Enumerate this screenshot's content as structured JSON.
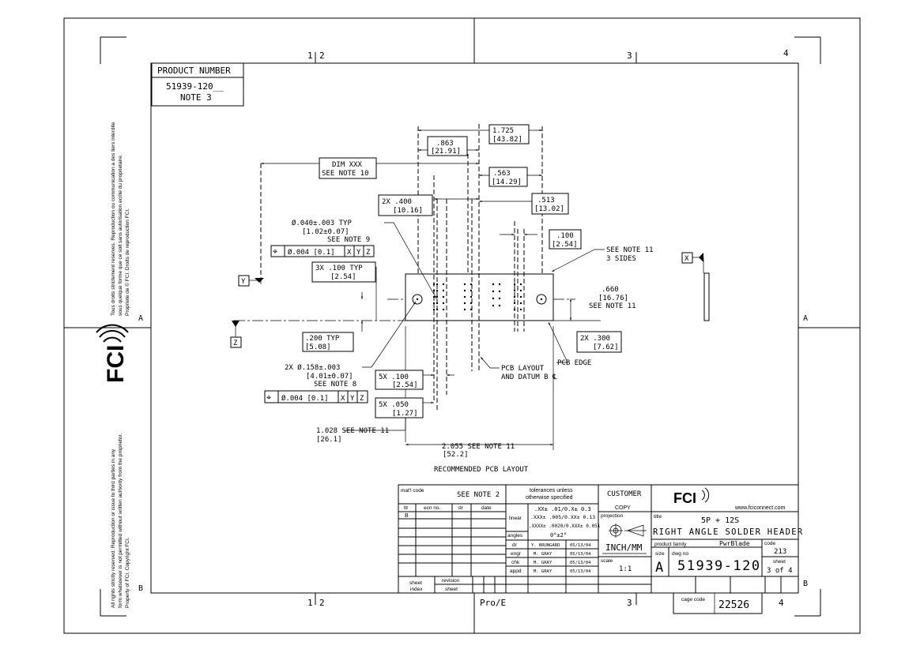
{
  "zones": {
    "top": [
      "1",
      "2",
      "3",
      "4"
    ],
    "bottom": [
      "1",
      "2",
      "3",
      "4"
    ],
    "side": [
      "A",
      "B"
    ]
  },
  "product_number": {
    "label": "PRODUCT NUMBER",
    "value": "51939-120__",
    "note": "NOTE 3"
  },
  "legal": {
    "upper_left": [
      "Tous droits strictement reserves. Reproduction ou communication a des tiers interdite",
      "sous quelque forme que ce soit sans autorisation ecrite du proprietaire.",
      "Propriete de © FCI.  Droits de reproduction FCI."
    ],
    "lower_left": [
      "All rights strictly reserved.  Reproduction or issue to third parties in any",
      "form whatsoever is not permitted without written authority from the proprietor.",
      "Property of FCI.  Copyright FCI."
    ]
  },
  "dims": {
    "d1725": {
      "inch": "1.725",
      "mm": "[43.82]"
    },
    "d863": {
      "inch": ".863",
      "mm": "[21.91]"
    },
    "d563": {
      "inch": ".563",
      "mm": "[14.29]"
    },
    "dimxxx": {
      "l1": "DIM XXX",
      "l2": "SEE NOTE 10"
    },
    "d400": {
      "inch": "2X .400",
      "mm": "[10.16]"
    },
    "d513": {
      "inch": ".513",
      "mm": "[13.02]"
    },
    "d100": {
      "inch": ".100",
      "mm": "[2.54]"
    },
    "hole_small": {
      "l1": "Ø.040±.003   TYP",
      "l2": "[1.02±0.07]",
      "l3": "SEE NOTE 9"
    },
    "fcf_small": {
      "sym": "⌖",
      "tol": "Ø.004 [0.1]",
      "a": "X",
      "b": "Y",
      "c": "Z"
    },
    "note11_sides": {
      "l1": "SEE NOTE 11",
      "l2": "3 SIDES"
    },
    "d3x100": {
      "inch": "3X .100   TYP",
      "mm": "[2.54]"
    },
    "d660": {
      "l1": ".660",
      "l2": "[16.76]",
      "l3": "SEE NOTE 11"
    },
    "d200": {
      "inch": ".200   TYP",
      "mm": "[5.08]"
    },
    "d300": {
      "inch": "2X .300",
      "mm": "[7.62]"
    },
    "hole_big": {
      "l1": "2X Ø.158±.003",
      "l2": "[4.01±0.07]",
      "l3": "SEE NOTE 8"
    },
    "fcf_big": {
      "sym": "⌖",
      "tol": "Ø.004 [0.1]",
      "a": "X",
      "b": "Y",
      "c": "Z"
    },
    "d5x100": {
      "inch": "5X .100",
      "mm": "[2.54]"
    },
    "d5x050": {
      "inch": "5X .050",
      "mm": "[1.27]"
    },
    "pcb_layout": {
      "l1": "PCB LAYOUT",
      "l2": "AND DATUM B ℄"
    },
    "pcb_edge": "PCB EDGE",
    "d1028": {
      "l1": "1.028 SEE NOTE 11",
      "l2": "[26.1]"
    },
    "d2055": {
      "l1": "2.055 SEE NOTE 11",
      "l2": "[52.2]"
    }
  },
  "datums": {
    "y": "Y",
    "z": "Z",
    "x": "X"
  },
  "caption": "RECOMMENDED PCB LAYOUT",
  "title_block": {
    "matl_code_label": "mat'l code",
    "matl_code_value": "SEE NOTE 2",
    "rev_headers": [
      "ltr",
      "ecn no.",
      "dr",
      "date"
    ],
    "rev_ltr": "B",
    "tolerances_l1": "tolerances unless",
    "tolerances_l2": "otherwise specified",
    "linear_label": "linear",
    "tol_x": ".XX± .01/0.X± 0.3",
    "tol_xx": ".XXX± .005/0.XX± 0.13",
    "tol_xxx": ".XXXX± .0020/0.XXX± 0.051",
    "angles_label": "angles",
    "angles_value": "0°±2°",
    "sign_rows": [
      {
        "role": "dr",
        "name": "Y. BRUNGARD",
        "date": "05/13/04"
      },
      {
        "role": "engr",
        "name": "M. GRAY",
        "date": "05/13/04"
      },
      {
        "role": "chk",
        "name": "M. GRAY",
        "date": "05/13/04"
      },
      {
        "role": "appd",
        "name": "M. GRAY",
        "date": "05/13/04"
      }
    ],
    "customer_l1": "CUSTOMER",
    "customer_l2": "COPY",
    "projection_label": "projection",
    "units": "INCH/MM",
    "scale_label": "scale",
    "scale_value": "1:1",
    "logo": "FCI",
    "url": "www.fciconnect.com",
    "title_label": "title",
    "title_l1": "5P + 12S",
    "title_l2": "RIGHT ANGLE SOLDER HEADER",
    "product_family_label": "product family",
    "product_family": "PwrBlade",
    "code_label": "code",
    "code_value": "213",
    "size_label": "size",
    "size_value": "A",
    "dwg_no_label": "dwg no",
    "dwg_no": "51939-120",
    "sheet_label": "sheet",
    "sheet_value": "3 of 4",
    "sheet_index_l1": "sheet",
    "sheet_index_l2": "index",
    "revision_label": "revision",
    "sheet_row_label": "sheet",
    "cage_label": "cage code",
    "cage_value": "22526",
    "proe": "Pro/E"
  },
  "side_logo": "FCI"
}
